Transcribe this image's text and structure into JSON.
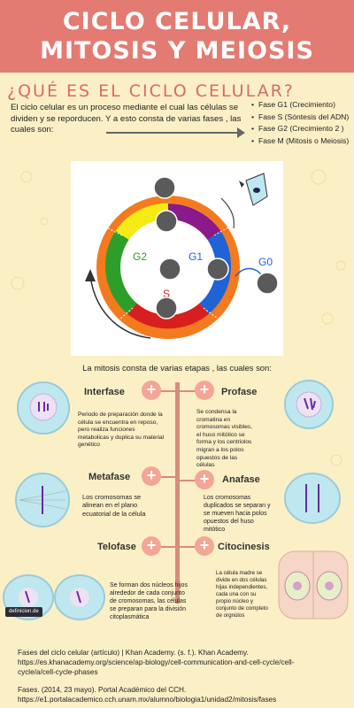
{
  "header": {
    "line1": "CICLO CELULAR,",
    "line2": "MITOSIS Y MEIOSIS"
  },
  "question": "¿QUÉ ES EL CICLO CELULAR?",
  "intro": "El ciclo celular es un proceso mediante el cual las células se dividen y se reporducen. Y  a esto consta de varias fases , las cuales son:",
  "phases": [
    "Fase G1 (Crecimiento)",
    "Fase S (Sóntesis del ADN)",
    "Fase G2 (Crecimiento 2 )",
    "Fase M (Mitosis o Meiosis)"
  ],
  "cycle": {
    "g2": "G2",
    "g1": "G1",
    "s": "S",
    "g0": "G0"
  },
  "mitosis_intro": "La mitosis consta de varias etapas , las cuales son:",
  "stages": {
    "interfase": {
      "name": "Interfase",
      "desc": [
        "Periodo de preparación donde la",
        "célula se encuentra en reposo,",
        "pero realiza funciones",
        "metabolicas y duplica su material",
        "genético"
      ]
    },
    "profase": {
      "name": "Profase",
      "desc": [
        "Se condensa la",
        "cromatina en",
        "cromosomas visibles,",
        "el huso mitótico se",
        "forma y los centriolos",
        "migran a los polos",
        "opuestos de las",
        "células"
      ]
    },
    "metafase": {
      "name": "Metafase",
      "desc": [
        "Los cromosomas se",
        "alinean en el plano",
        "ecuatorial de la célula"
      ]
    },
    "anafase": {
      "name": "Anafase",
      "desc": [
        "Los cromosomas",
        "duplicados se separan y",
        "se mueven hacia polos",
        "opuestos del huso",
        "mitótico"
      ]
    },
    "telofase": {
      "name": "Telofase",
      "desc": [
        "Se forman dos núcleos hijos",
        "alrededor de cada conjunto",
        "de cromosomas, las células",
        "se preparan para la división",
        "citoplasmática"
      ]
    },
    "citocinesis": {
      "name": "Citocinesis",
      "desc": [
        "La célula madre se",
        "divide en dos células",
        "hijas independientes,",
        "cada una con su",
        "propio núcleo y",
        "conjunto de completo",
        "de orgnúlos"
      ]
    }
  },
  "watermark": "definicion.de",
  "references": [
    [
      "Fases del ciclo celular (artículo) | Khan Academy. (s. f.). Khan Academy.",
      "https://es.khanacademy.org/science/ap-biology/cell-communication-and-cell-cycle/cell-",
      "cycle/a/cell-cycle-phases"
    ],
    [
      "Fases. (2014, 23 mayo). Portal Académico del CCH.",
      "https://e1.portalacademico.cch.unam.mx/alumno/biologia1/unidad2/mitosis/fases"
    ]
  ],
  "colors": {
    "background": "#fbefc6",
    "header": "#e37b73",
    "accent": "#d66d62",
    "plus": "#f3a596",
    "ring_outer": "#f47a1f",
    "g1": "#1f63d6",
    "g2": "#2e9e2a",
    "s": "#d81f1f",
    "m": "#f4ea14",
    "mitosis_sub": "#8a1a8a"
  }
}
